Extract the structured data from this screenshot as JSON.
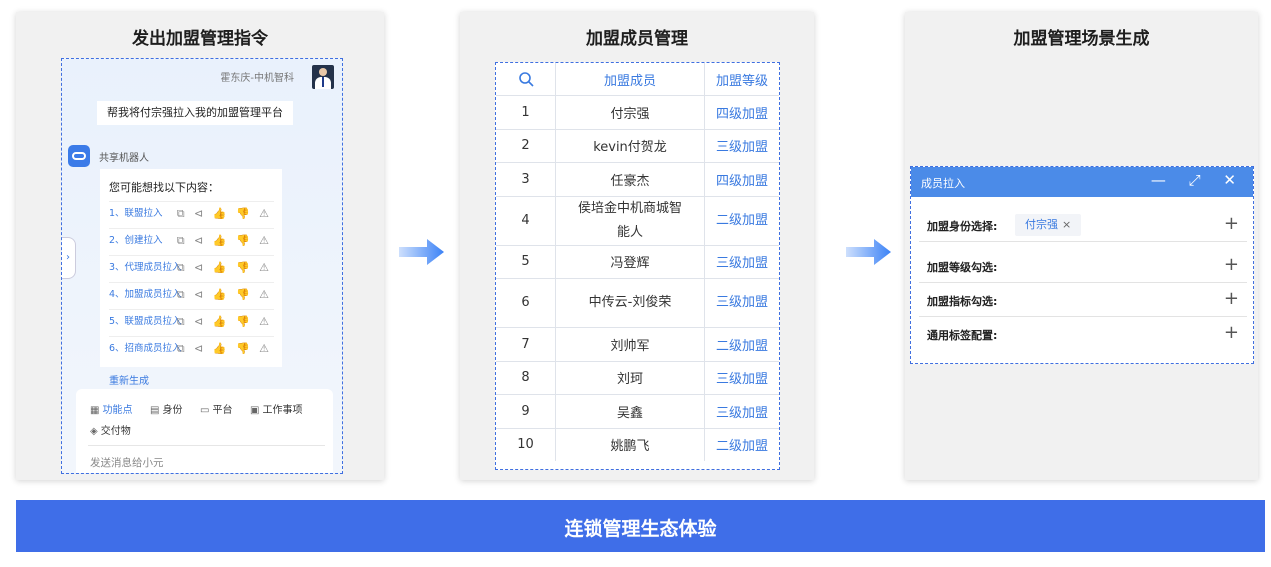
{
  "panel1": {
    "title": "发出加盟管理指令",
    "user_name": "霍东庆-中机智科",
    "user_message": "帮我将付宗强拉入我的加盟管理平台",
    "bot_name": "共享机器人",
    "reply_title": "您可能想找以下内容：",
    "suggestions": [
      "1、联盟拉入",
      "2、创建拉入",
      "3、代理成员拉入",
      "4、加盟成员拉入",
      "5、联盟成员拉入",
      "6、招商成员拉入"
    ],
    "action_icons": "⧉ ⊲ 👍 👎 ⚠",
    "regenerate": "重新生成",
    "collapse_glyph": "›",
    "tools": [
      {
        "icon": "▦",
        "label": "功能点"
      },
      {
        "icon": "▤",
        "label": "身份"
      },
      {
        "icon": "▭",
        "label": "平台"
      },
      {
        "icon": "▣",
        "label": "工作事项"
      },
      {
        "icon": "◈",
        "label": "交付物"
      }
    ],
    "input_placeholder": "发送消息给小元"
  },
  "panel2": {
    "title": "加盟成员管理",
    "headers": [
      "加盟成员",
      "加盟等级"
    ],
    "rows": [
      {
        "no": "1",
        "member": "付宗强",
        "level": "四级加盟"
      },
      {
        "no": "2",
        "member": "kevin付贺龙",
        "level": "三级加盟"
      },
      {
        "no": "3",
        "member": "任豪杰",
        "level": "四级加盟"
      },
      {
        "no": "4",
        "member": "侯培金中机商城智能人",
        "level": "二级加盟"
      },
      {
        "no": "5",
        "member": "冯登辉",
        "level": "三级加盟"
      },
      {
        "no": "6",
        "member": "中传云-刘俊荣",
        "level": "三级加盟"
      },
      {
        "no": "7",
        "member": "刘帅军",
        "level": "二级加盟"
      },
      {
        "no": "8",
        "member": "刘珂",
        "level": "三级加盟"
      },
      {
        "no": "9",
        "member": "吴鑫",
        "level": "三级加盟"
      },
      {
        "no": "10",
        "member": "姚鹏飞",
        "level": "二级加盟"
      }
    ]
  },
  "panel3": {
    "title": "加盟管理场景生成",
    "dialog_title": "成员拉入",
    "dialog_buttons": "— ⤢ ✕",
    "rows": [
      {
        "label": "加盟身份选择:",
        "chip": "付宗强",
        "chip_close": "×"
      },
      {
        "label": "加盟等级勾选:"
      },
      {
        "label": "加盟指标勾选:"
      },
      {
        "label": "通用标签配置:"
      }
    ],
    "plus": "+"
  },
  "banner": {
    "text": "连锁管理生态体验"
  },
  "colors": {
    "accent": "#3f6ee8",
    "link": "#3a7ae0",
    "arrow": "#3b82f6"
  }
}
